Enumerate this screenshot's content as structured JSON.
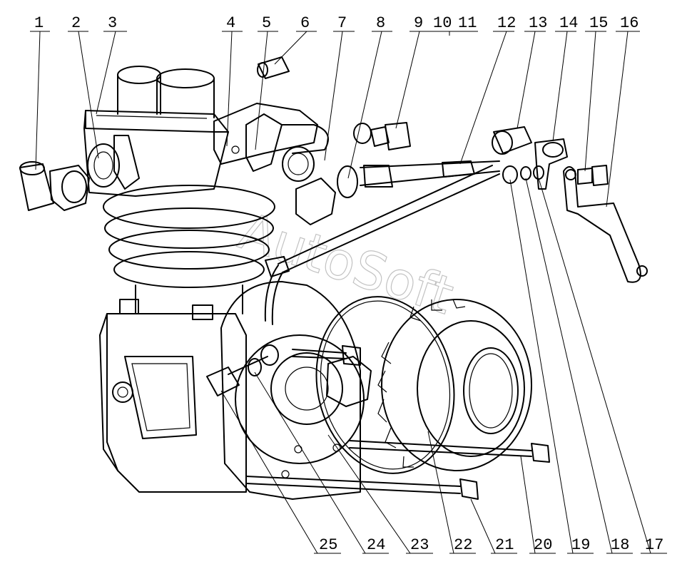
{
  "callouts": [
    "1",
    "2",
    "3",
    "4",
    "5",
    "6",
    "7",
    "8",
    "9",
    "10",
    "11",
    "12",
    "13",
    "14",
    "15",
    "16",
    "17",
    "18",
    "19",
    "20",
    "21",
    "22",
    "23",
    "24",
    "25"
  ],
  "watermark": "AutoSoft",
  "colors": {
    "ink": "#000000",
    "paper": "#ffffff",
    "watermark": "#9a9a9a"
  }
}
